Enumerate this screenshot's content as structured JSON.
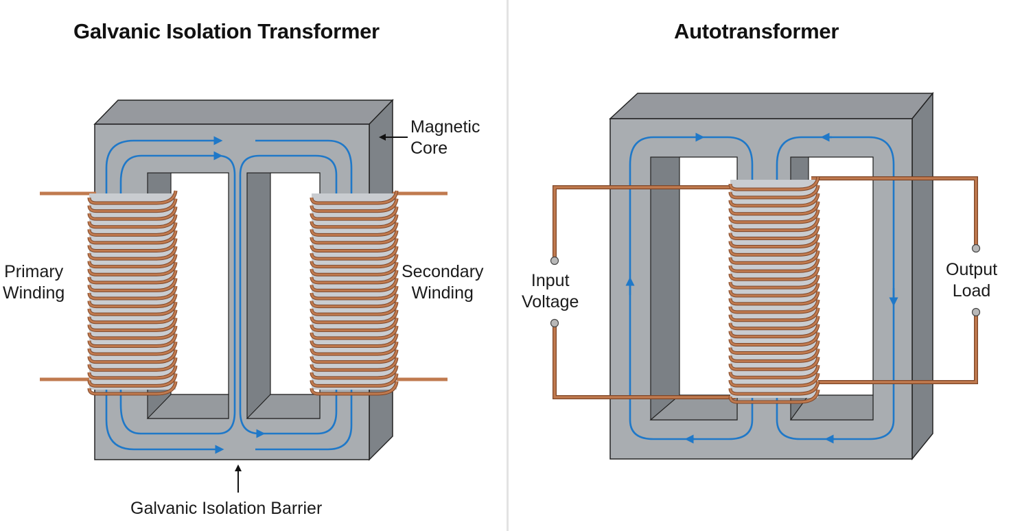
{
  "left": {
    "title": "Galvanic Isolation Transformer",
    "labels": {
      "core_line1": "Magnetic",
      "core_line2": "Core",
      "primary_line1": "Primary",
      "primary_line2": "Winding",
      "secondary_line1": "Secondary",
      "secondary_line2": "Winding",
      "barrier": "Galvanic Isolation Barrier"
    }
  },
  "right": {
    "title": "Autotransformer",
    "labels": {
      "input_line1": "Input",
      "input_line2": "Voltage",
      "output_line1": "Output",
      "output_line2": "Load"
    }
  },
  "colors": {
    "core_front": "#a9adb1",
    "core_top": "#969a9e",
    "core_side": "#7e8388",
    "window_shadow": "#7b8085",
    "flux": "#1f78c8",
    "copper": "#c07a4f",
    "copper_dark": "#7d4527",
    "terminal": "#b8b8b8"
  }
}
